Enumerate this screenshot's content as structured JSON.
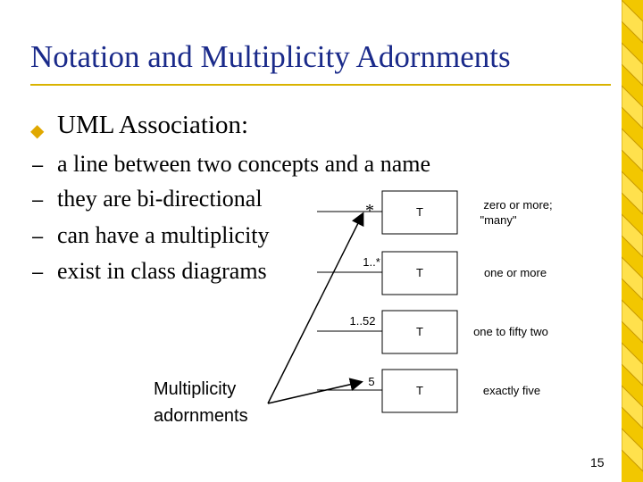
{
  "slide": {
    "title": "Notation and Multiplicity Adornments",
    "main_bullet": "UML Association:",
    "sub_bullets": [
      "a line between two concepts and a name",
      "they are bi-directional",
      "can have a multiplicity",
      "exist in class diagrams"
    ],
    "note_line1": "Multiplicity",
    "note_line2": "adornments",
    "page_number": "15"
  },
  "diagram": {
    "rows": [
      {
        "multiplicity": "*",
        "class": "T",
        "desc1": "zero or more;",
        "desc2": "\"many\""
      },
      {
        "multiplicity": "1..*",
        "class": "T",
        "desc1": "one or more",
        "desc2": ""
      },
      {
        "multiplicity": "1..52",
        "class": "T",
        "desc1": "one to fifty two",
        "desc2": ""
      },
      {
        "multiplicity": "5",
        "class": "T",
        "desc1": "exactly five",
        "desc2": ""
      }
    ]
  },
  "colors": {
    "title": "#1a2a8a",
    "accent": "#e0a800"
  }
}
